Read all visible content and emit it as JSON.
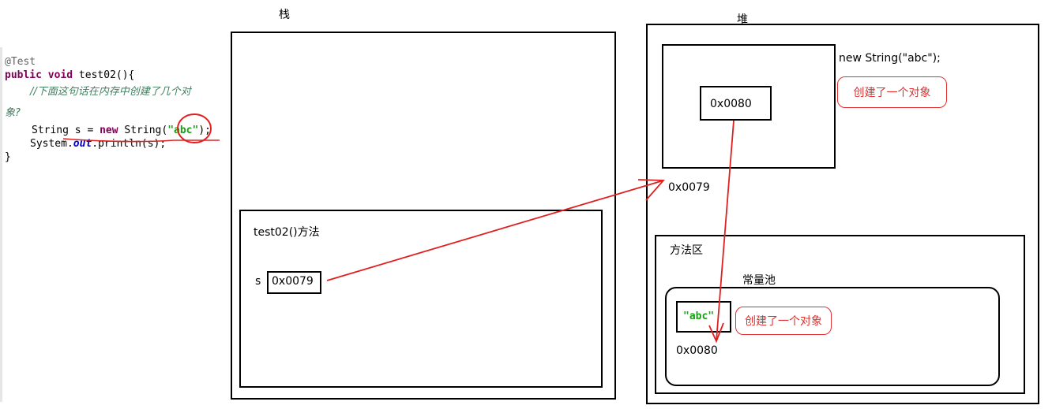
{
  "code": {
    "annotation": "@Test",
    "line2_kw1": "public",
    "line2_kw2": "void",
    "line2_rest": " test02(){",
    "comment": "//下面这句话在内存中创建了几个对",
    "comment_wrap": "象?",
    "line4_a": "String s = ",
    "line4_new": "new",
    "line4_b": " String(",
    "line4_str": "\"abc\"",
    "line4_c": ");",
    "line5_a": "System.",
    "line5_out": "out",
    "line5_b": ".println(s);",
    "line6": "}"
  },
  "stack": {
    "title": "栈",
    "method_label": "test02()方法",
    "var_name": "s",
    "var_value": "0x0079"
  },
  "heap": {
    "title": "堆",
    "new_string_label": "new String(\"abc\");",
    "object_value": "0x0080",
    "object_address": "0x0079",
    "created_note_1": "创建了一个对象",
    "method_area_label": "方法区",
    "constant_pool_label": "常量池",
    "pool_string": "\"abc\"",
    "pool_address": "0x0080",
    "created_note_2": "创建了一个对象"
  },
  "colors": {
    "arrow": "#e02020",
    "string_literal": "#16a016",
    "keyword": "#7f0055"
  }
}
